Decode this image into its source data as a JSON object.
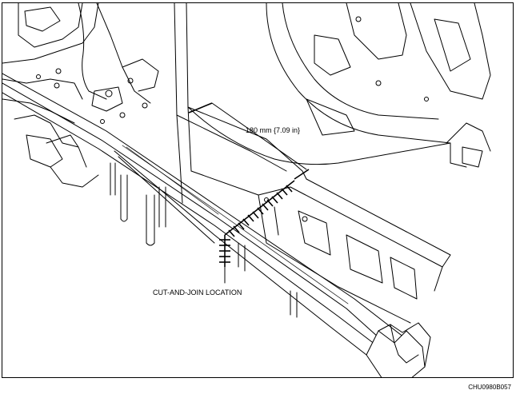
{
  "labels": {
    "dimension": "180 mm {7.09 in}",
    "cut_and_join": "CUT-AND-JOIN LOCATION",
    "figure_code": "CHU0980B057"
  },
  "colors": {
    "line": "#000000",
    "background": "#ffffff"
  }
}
